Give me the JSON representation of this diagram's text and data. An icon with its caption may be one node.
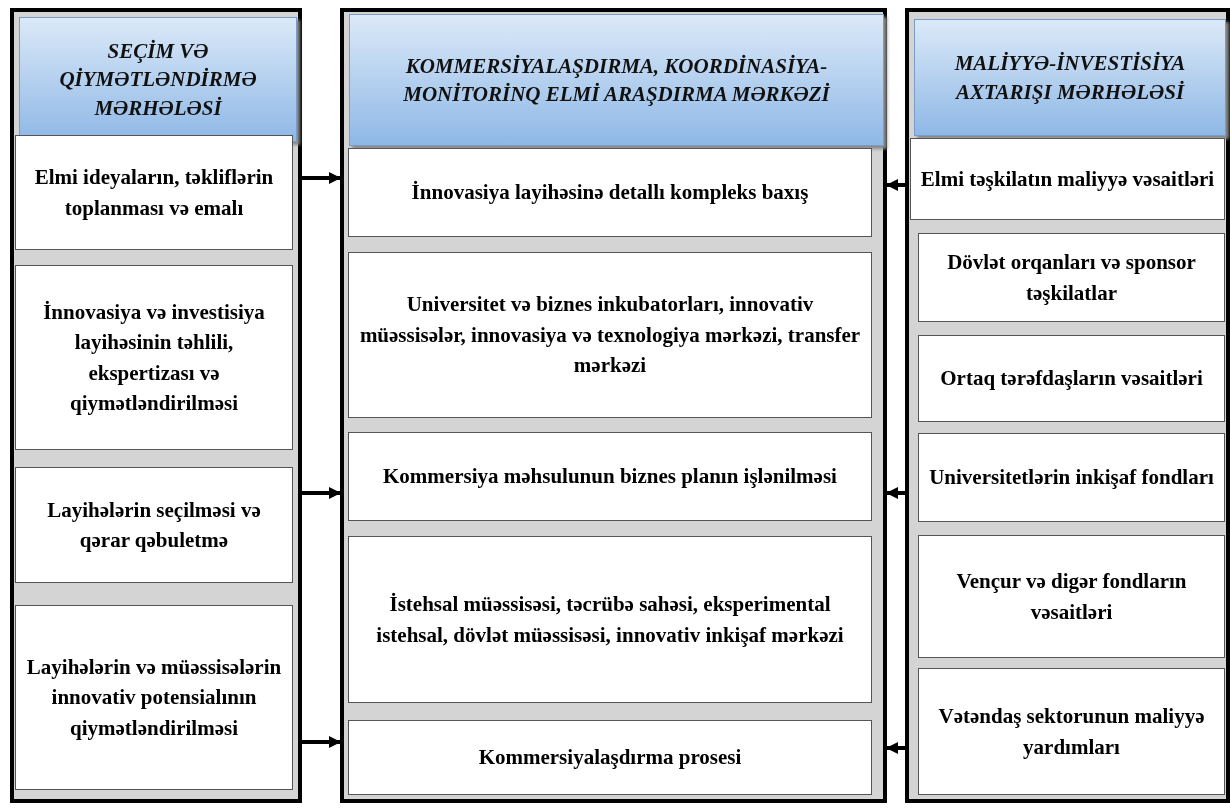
{
  "diagram": {
    "nodes": [
      {
        "text": [
          "SEÇİM VƏ QİYMƏTLƏNDİRMƏ MƏRHƏLƏSİ"
        ]
      },
      {
        "text": [
          "Elmi ideyaların, təkliflərin toplanması və emalı"
        ],
        "in": 0
      },
      {
        "text": [
          "İnnovasiya və investisiya layihəsinin təhlili, ekspertizası və qiymətləndirilməsi"
        ],
        "in": 0
      },
      {
        "text": [
          "Layihələrin seçilməsi və qərar qəbuletmə"
        ],
        "in": 0
      },
      {
        "text": [
          "Layihələrin və müəssisələrin innovativ potensialının qiymətləndirilməsi"
        ],
        "in": 0
      },
      {
        "text": [
          "KOMMERSİYALAŞDIRMA, KOORDİNASİYA-MONİTORİNQ ELMİ ARAŞDIRMA MƏRKƏZİ"
        ]
      },
      {
        "text": [
          "İnnovasiya layihəsinə detallı kompleks baxış"
        ],
        "in": 5
      },
      {
        "text": [
          "Universitet və biznes inkubatorları, innovativ müəssisələr, innovasiya və texnologiya mərkəzi, transfer mərkəzi"
        ],
        "in": 5
      },
      {
        "text": [
          "Kommersiya məhsulunun biznes planın işlənilməsi"
        ],
        "in": 5
      },
      {
        "text": [
          "İstehsal müəssisəsi, təcrübə sahəsi, eksperimental istehsal, dövlət müəssisəsi, innovativ inkişaf mərkəzi"
        ],
        "in": 5
      },
      {
        "text": [
          "Kommersiyalaşdırma prosesi"
        ],
        "in": 5
      },
      {
        "text": [
          "MALİYYƏ-İNVESTİSİYA AXTARIŞI MƏRHƏLƏSİ"
        ]
      },
      {
        "text": [
          "Elmi təşkilatın maliyyə vəsaitləri"
        ],
        "in": 11
      },
      {
        "text": [
          "Dövlət orqanları və sponsor təşkilatlar"
        ],
        "in": 11
      },
      {
        "text": [
          "Ortaq tərəfdaşların vəsaitləri"
        ],
        "in": 11
      },
      {
        "text": [
          "Universitetlərin inkişaf fondları"
        ],
        "in": 11
      },
      {
        "text": [
          "Vençur və digər fondların vəsaitləri"
        ],
        "in": 11
      },
      {
        "text": [
          "Vətəndaş sektorunun maliyyə yardımları"
        ],
        "in": 11
      }
    ],
    "edges": [
      {
        "from": 0,
        "to": 5,
        "arrow": "to"
      },
      {
        "from": 0,
        "to": 5,
        "arrow": "to"
      },
      {
        "from": 0,
        "to": 5,
        "arrow": "to"
      },
      {
        "from": 11,
        "to": 5,
        "arrow": "to"
      },
      {
        "from": 11,
        "to": 5,
        "arrow": "to"
      },
      {
        "from": 11,
        "to": 5,
        "arrow": "to"
      }
    ]
  }
}
